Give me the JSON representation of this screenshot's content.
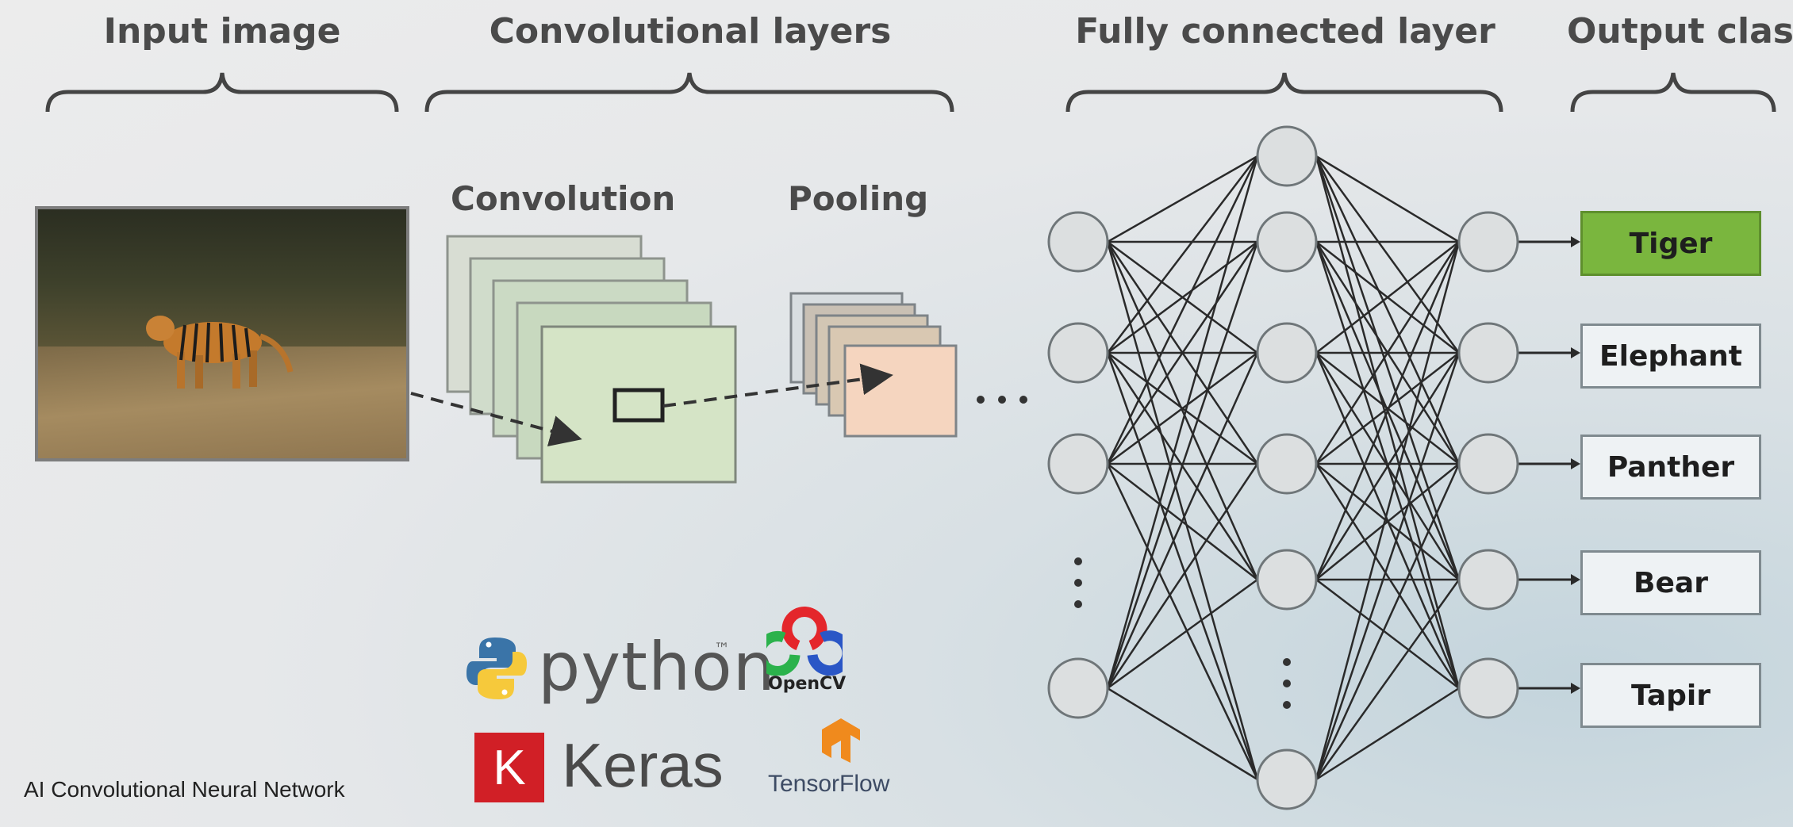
{
  "headers": {
    "input": "Input image",
    "conv": "Convolutional layers",
    "fc": "Fully connected layer",
    "output": "Output class"
  },
  "sublabels": {
    "convolution": "Convolution",
    "pooling": "Pooling"
  },
  "outputs": [
    {
      "label": "Tiger",
      "active": true
    },
    {
      "label": "Elephant",
      "active": false
    },
    {
      "label": "Panther",
      "active": false
    },
    {
      "label": "Bear",
      "active": false
    },
    {
      "label": "Tapir",
      "active": false
    }
  ],
  "logos": {
    "python": "python",
    "python_tm": "™",
    "opencv": "OpenCV",
    "keras_letter": "K",
    "keras": "Keras",
    "tensorflow": "TensorFlow"
  },
  "caption": "AI Convolutional Neural Network",
  "colors": {
    "active_output": "#7ab63e",
    "conv_map": "#d5e4c6",
    "pool_map": "#f5d5bf",
    "keras_red": "#d11f26",
    "tensorflow_orange": "#f08a1d"
  }
}
